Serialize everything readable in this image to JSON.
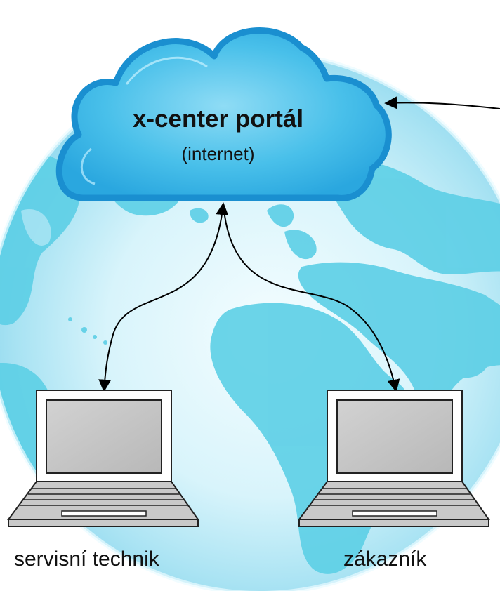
{
  "portal": {
    "title": "x-center portál",
    "subtitle": "(internet)"
  },
  "devices": {
    "technician_label": "servisní technik",
    "customer_label": "zákazník"
  },
  "colors": {
    "cloud_fill": "#35b8e6",
    "cloud_outline": "#1a8fd0",
    "ocean": "#bfeaf7",
    "land": "#5ccfe6",
    "laptop_screen": "#c4c4c4",
    "arrow": "#000000"
  },
  "icons": {
    "background": "globe-icon",
    "portal": "cloud-icon",
    "devices": "laptop-icon"
  }
}
